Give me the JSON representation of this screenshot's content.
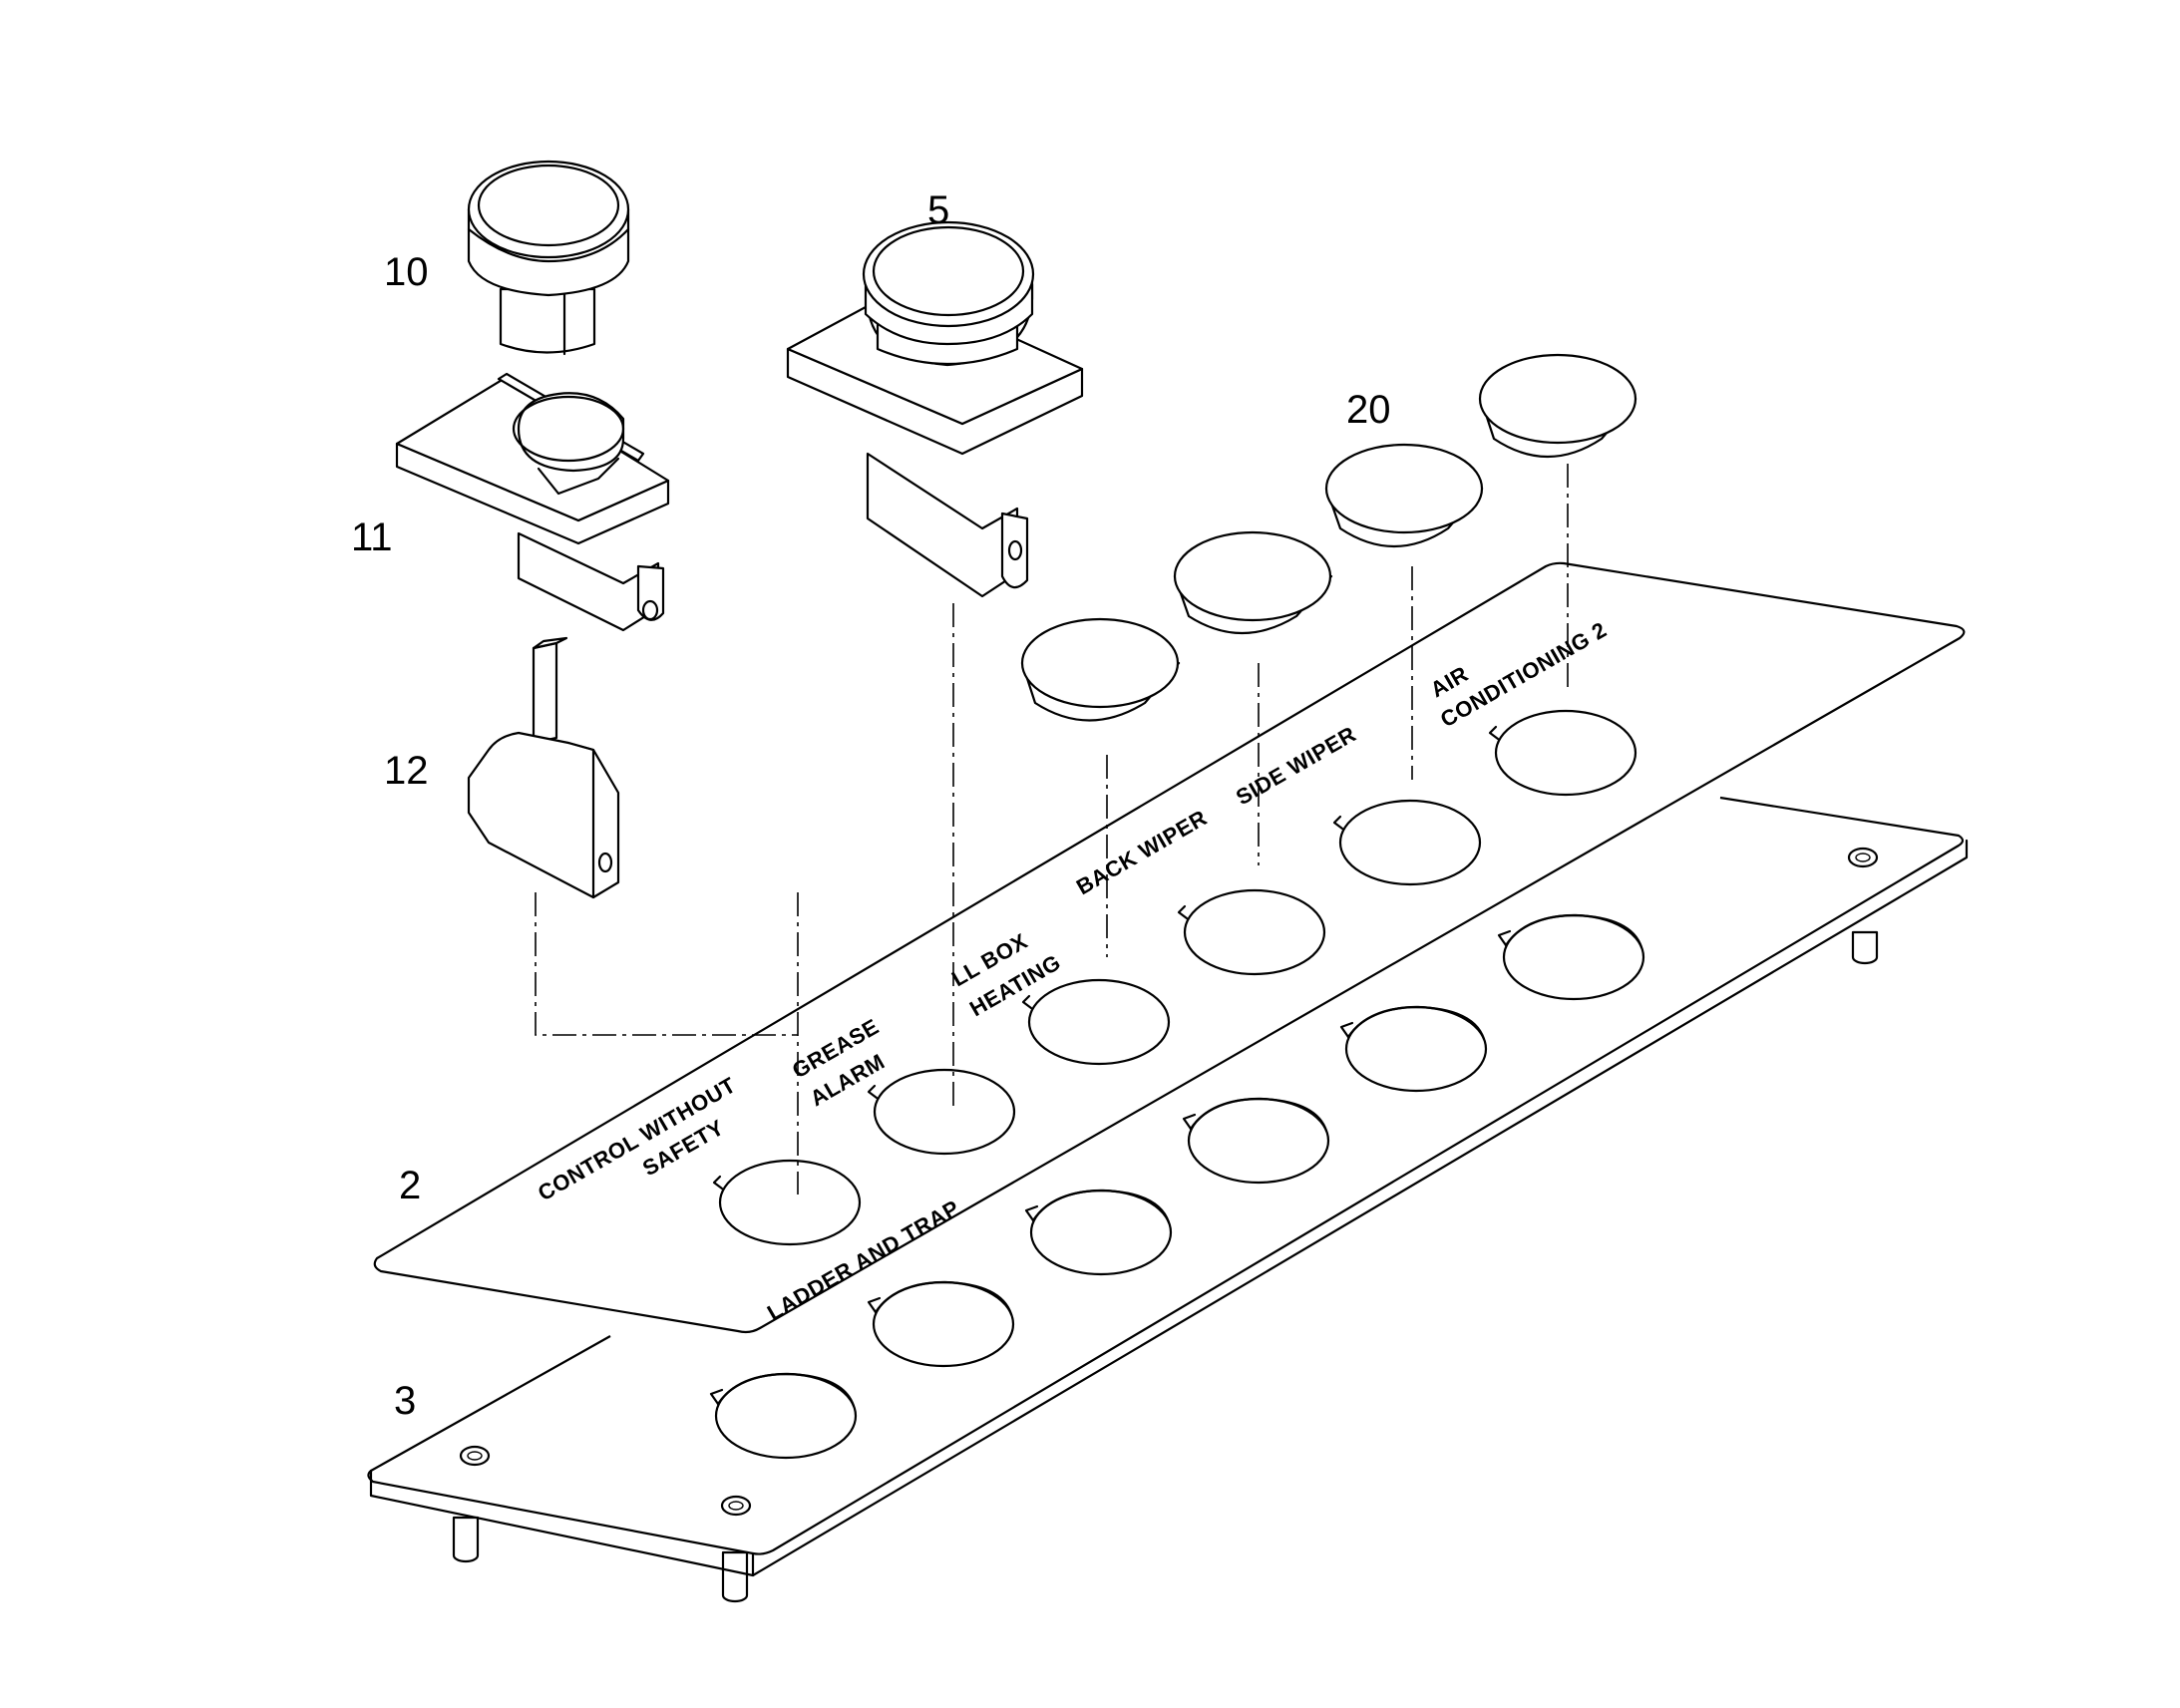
{
  "callouts": {
    "c10": "10",
    "c11": "11",
    "c12": "12",
    "c5": "5",
    "c20": "20",
    "c2": "2",
    "c3": "3"
  },
  "plate_labels": {
    "control_without": "CONTROL WITHOUT",
    "safety": "SAFETY",
    "grease": "GREASE",
    "alarm": "ALARM",
    "ll_box": "LL BOX",
    "heating": "HEATING",
    "back_wiper": "BACK WIPER",
    "side_wiper": "SIDE WIPER",
    "air": "AIR",
    "conditioning": "CONDITIONING 2",
    "ladder_trap": "LADDER AND TRAP"
  }
}
